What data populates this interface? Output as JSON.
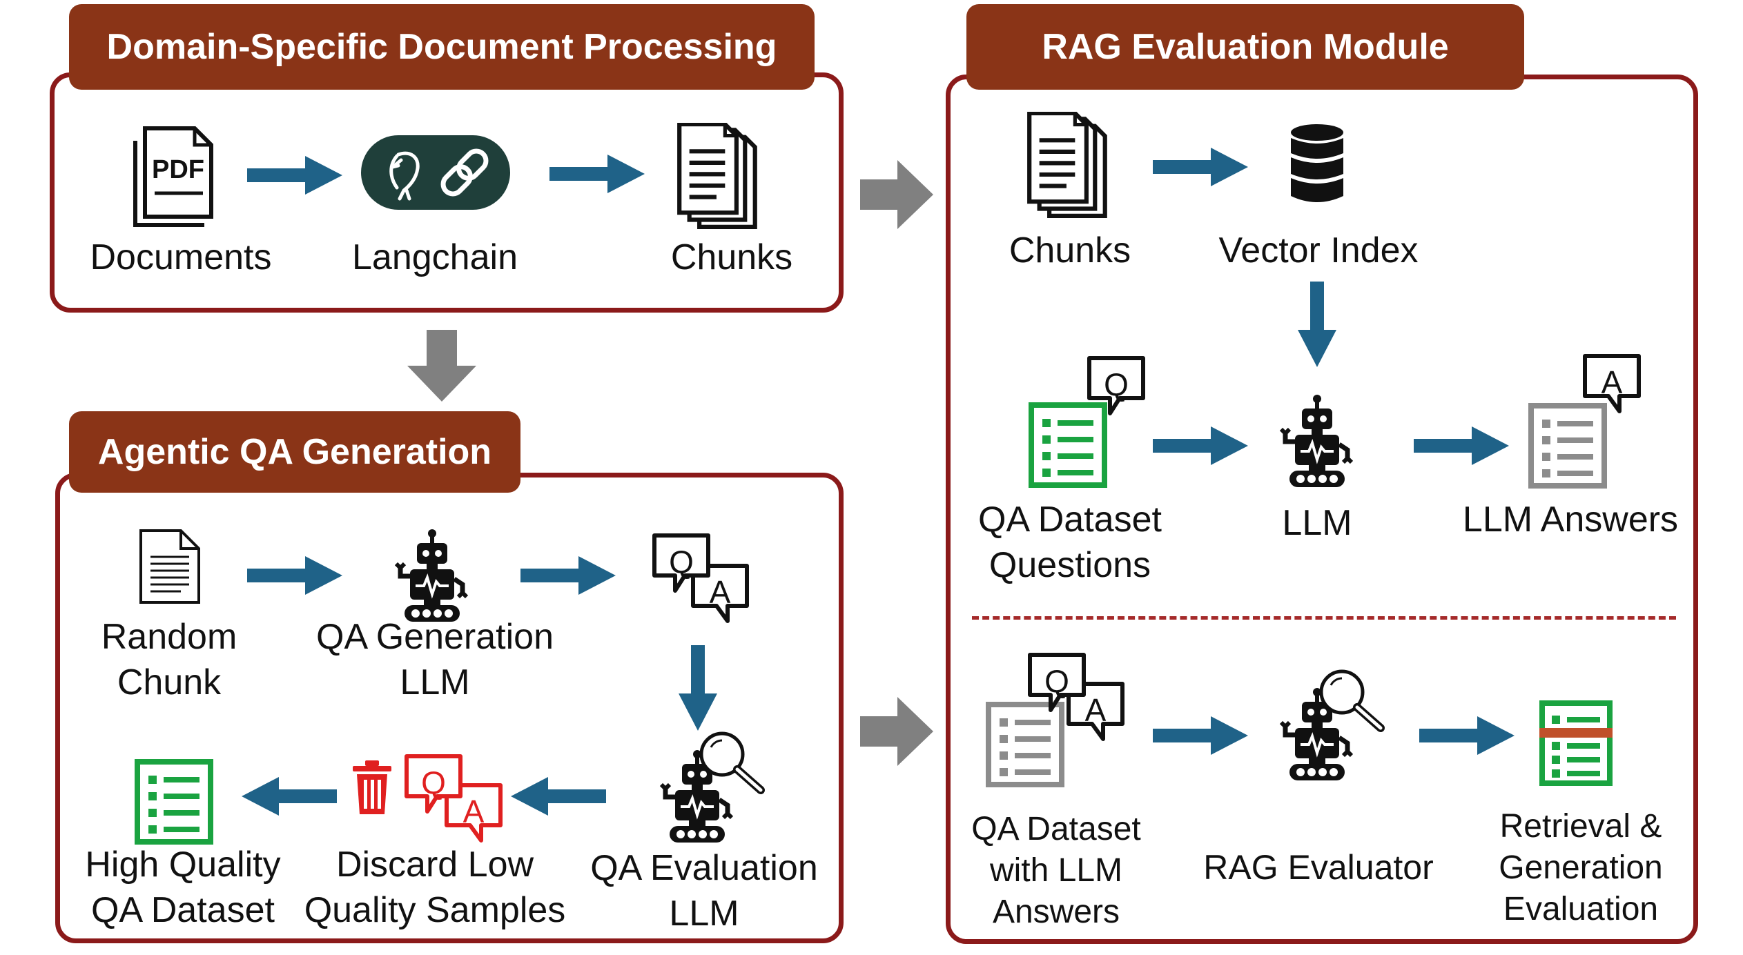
{
  "colors": {
    "panel_border": "#8b1a1a",
    "header_fill": "#8a3417",
    "flow_arrow": "#1f6288",
    "section_arrow": "#808080",
    "green_doc": "#1aa340",
    "gray_doc": "#8c8c8c",
    "discard_red": "#e02020"
  },
  "panels": {
    "doc_processing": {
      "title": "Domain-Specific Document Processing",
      "steps": [
        {
          "label": "Documents",
          "icon": "pdf-document-icon",
          "icon_text": "PDF"
        },
        {
          "label": "Langchain",
          "icon": "langchain-logo-icon"
        },
        {
          "label": "Chunks",
          "icon": "stacked-documents-icon"
        }
      ]
    },
    "qa_generation": {
      "title": "Agentic QA Generation",
      "steps": [
        {
          "label_line1": "Random",
          "label_line2": "Chunk",
          "icon": "single-document-icon"
        },
        {
          "label_line1": "QA Generation",
          "label_line2": "LLM",
          "icon": "robot-icon"
        },
        {
          "icon": "qa-speech-bubbles-icon",
          "q": "Q",
          "a": "A"
        },
        {
          "label_line1": "QA Evaluation",
          "label_line2": "LLM",
          "icon": "robot-magnifier-icon"
        },
        {
          "label_line1": "Discard Low",
          "label_line2": "Quality Samples",
          "icon": "trash-qa-icon",
          "q": "Q",
          "a": "A"
        },
        {
          "label_line1": "High Quality",
          "label_line2": "QA Dataset",
          "icon": "green-checklist-icon"
        }
      ]
    },
    "rag_evaluation": {
      "title": "RAG Evaluation Module",
      "retrieval_row": [
        {
          "label": "Chunks",
          "icon": "stacked-documents-icon"
        },
        {
          "label": "Vector Index",
          "icon": "database-icon"
        }
      ],
      "answer_row": [
        {
          "label_line1": "QA Dataset",
          "label_line2": "Questions",
          "icon": "question-checklist-icon",
          "q": "Q"
        },
        {
          "label": "LLM",
          "icon": "robot-icon"
        },
        {
          "label": "LLM Answers",
          "icon": "answer-checklist-icon",
          "a": "A"
        }
      ],
      "evaluation_row": [
        {
          "label_line1": "QA Dataset",
          "label_line2": "with LLM",
          "label_line3": "Answers",
          "icon": "qa-checklist-icon",
          "q": "Q",
          "a": "A"
        },
        {
          "label": "RAG Evaluator",
          "icon": "robot-magnifier-icon"
        },
        {
          "label_line1": "Retrieval &",
          "label_line2": "Generation",
          "label_line3": "Evaluation",
          "icon": "evaluation-checklist-icon"
        }
      ]
    }
  }
}
